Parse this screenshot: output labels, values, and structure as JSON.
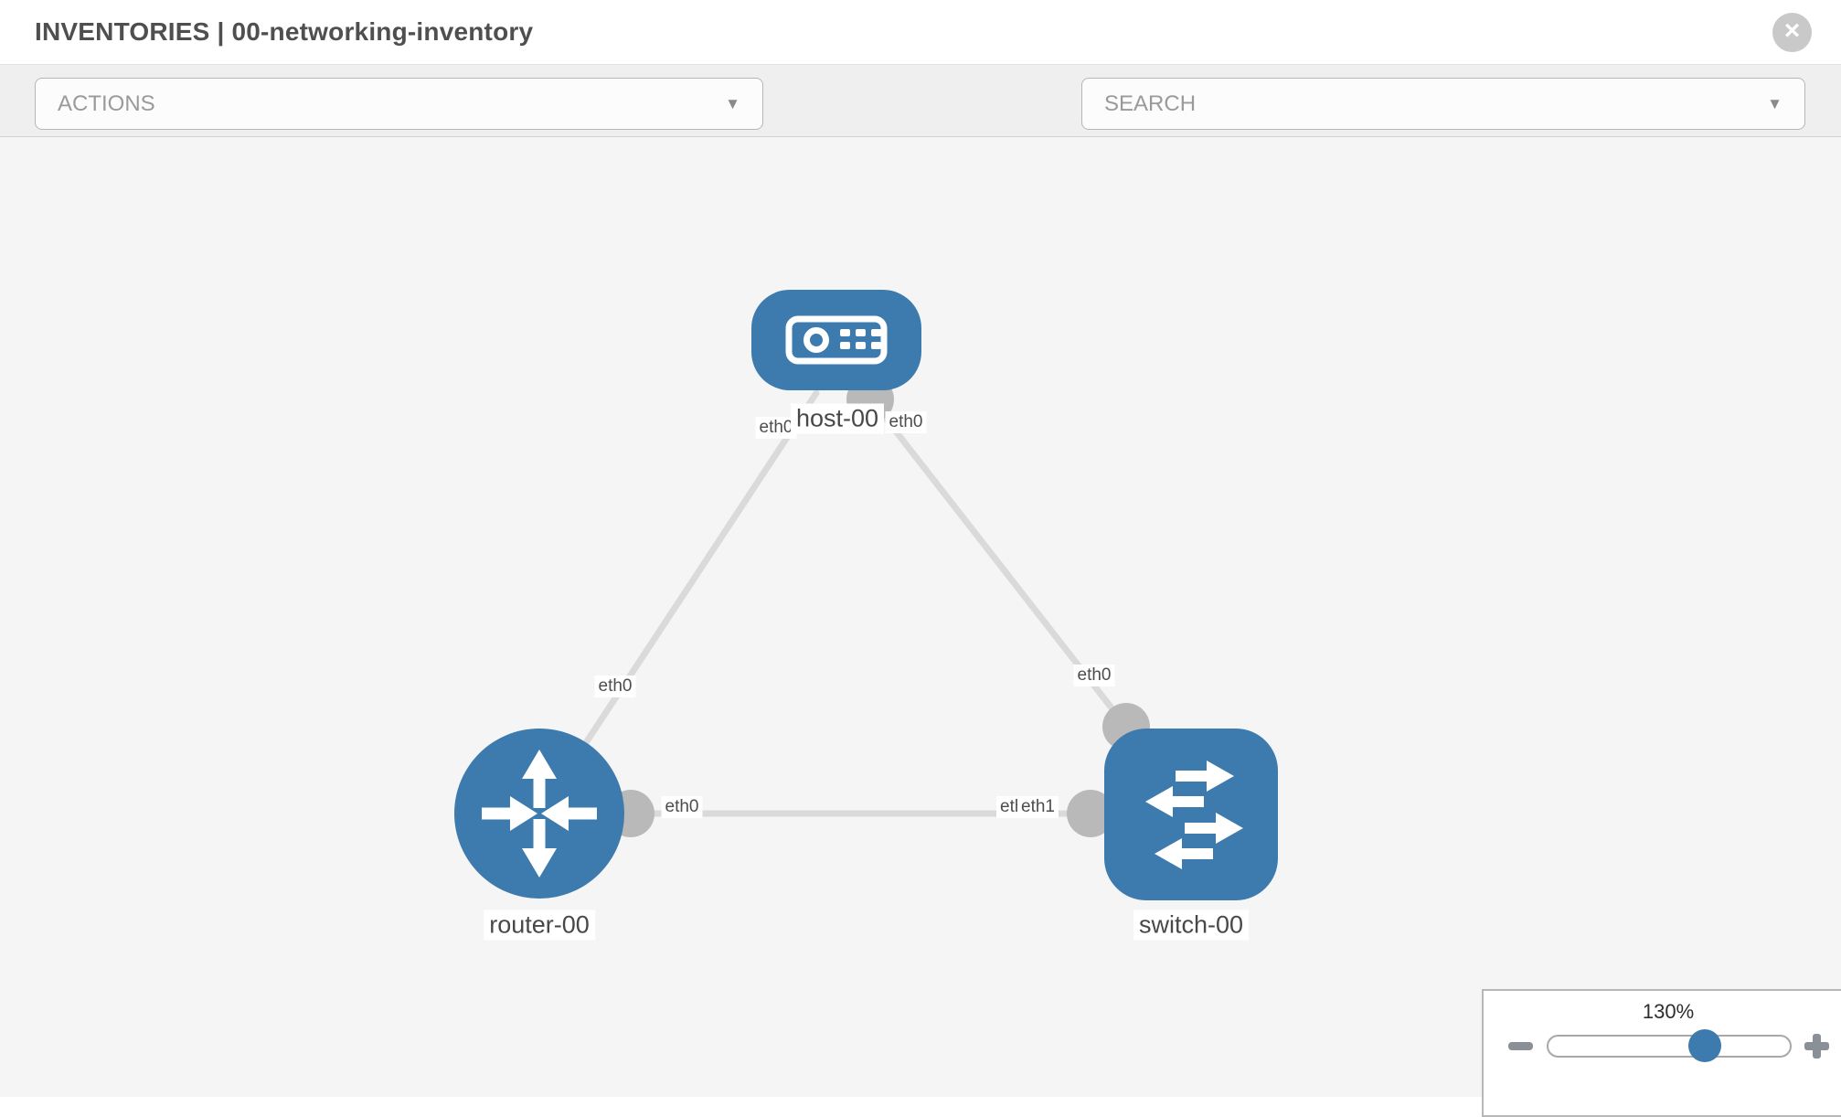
{
  "header": {
    "title": "INVENTORIES | 00-networking-inventory"
  },
  "toolbar": {
    "actions_label": "ACTIONS",
    "search_label": "SEARCH"
  },
  "glyphs": {
    "caret": "▼",
    "close": "×"
  },
  "colors": {
    "node_blue": "#3d7aad",
    "edge_gray": "#dadada",
    "stub_gray": "#b9b9b9",
    "icon_gray": "#8b9096",
    "canvas_bg": "#f5f5f6"
  },
  "topology": {
    "nodes": [
      {
        "id": "host-00",
        "type": "host",
        "label": "host-00"
      },
      {
        "id": "router-00",
        "type": "router",
        "label": "router-00"
      },
      {
        "id": "switch-00",
        "type": "switch",
        "label": "switch-00"
      }
    ],
    "links": [
      {
        "from": "host-00",
        "from_interface": "eth0",
        "to": "router-00",
        "to_interface": "eth0"
      },
      {
        "from": "host-00",
        "from_interface": "eth0",
        "to": "switch-00",
        "to_interface": "eth0"
      },
      {
        "from": "router-00",
        "from_interface": "eth0",
        "to": "switch-00",
        "to_interface": "eth1"
      }
    ],
    "interface_labels": {
      "host_router_host_side": "eth0",
      "host_router_router_side": "eth0",
      "host_switch_host_side": "eth0",
      "host_switch_switch_side": "eth0",
      "router_switch_router_side": "eth0",
      "router_switch_switch_side_back": "eth0",
      "router_switch_switch_side_front": "eth1"
    }
  },
  "zoom_control": {
    "level": "130%"
  }
}
